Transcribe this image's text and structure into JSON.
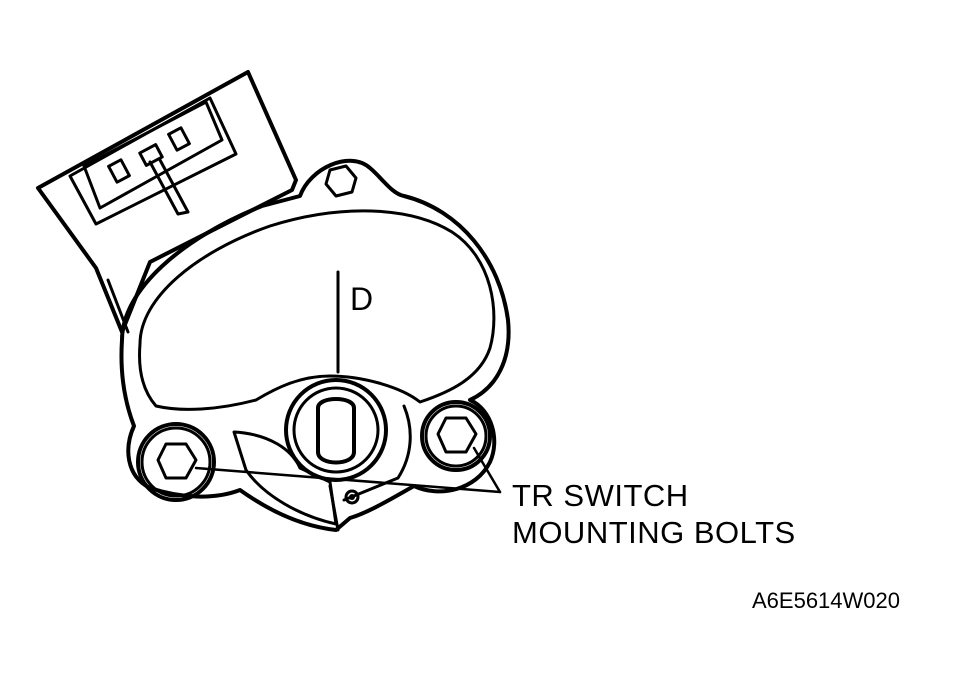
{
  "diagram": {
    "position_mark": "D",
    "callout": {
      "line1": "TR SWITCH",
      "line2": "MOUNTING BOLTS"
    },
    "figure_id": "A6E5614W020"
  }
}
